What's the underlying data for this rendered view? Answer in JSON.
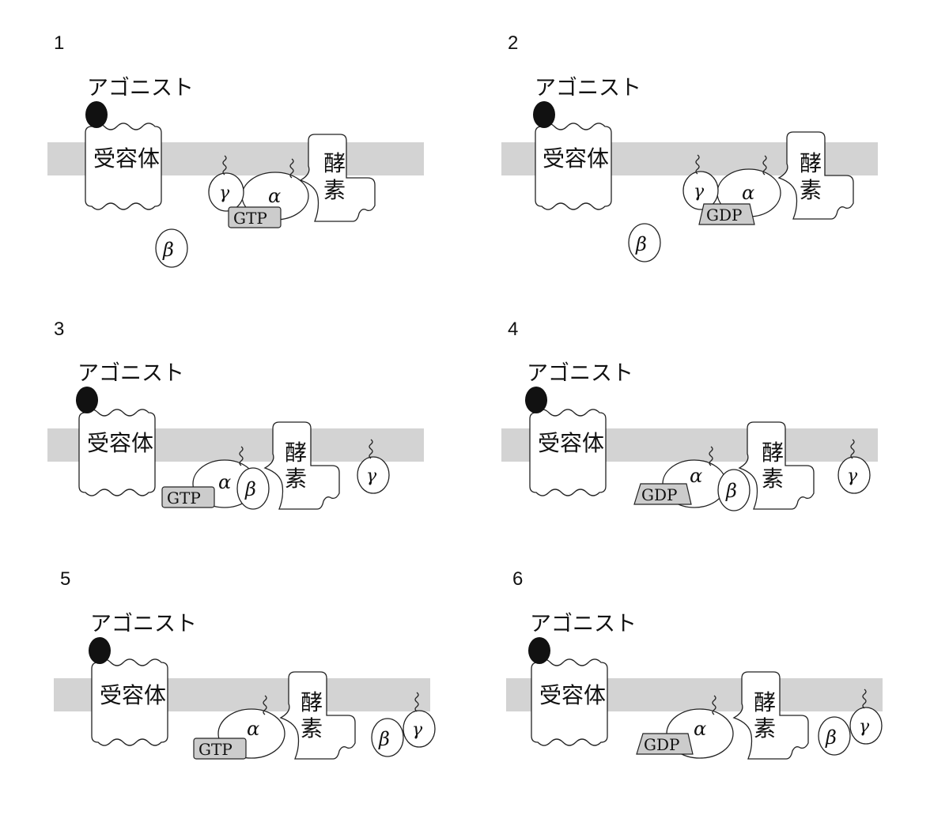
{
  "labels": {
    "agonist": "アゴニスト",
    "receptor": "受容体",
    "enzyme_line1": "酵",
    "enzyme_line2": "素",
    "alpha": "α",
    "beta": "β",
    "gamma": "γ"
  },
  "colors": {
    "membrane": "#d3d3d3",
    "nucleotide_fill": "#cccccc",
    "agonist": "#111111",
    "stroke": "#222222"
  },
  "panels": [
    {
      "number": "1",
      "nucleotide": "GTP",
      "state": "alpha-gamma-with-enzyme, beta free"
    },
    {
      "number": "2",
      "nucleotide": "GDP",
      "state": "alpha-gamma-with-enzyme, beta free"
    },
    {
      "number": "3",
      "nucleotide": "GTP",
      "state": "alpha-beta-with-enzyme, gamma free"
    },
    {
      "number": "4",
      "nucleotide": "GDP",
      "state": "alpha-beta-with-enzyme, gamma free"
    },
    {
      "number": "5",
      "nucleotide": "GTP",
      "state": "alpha-with-enzyme, beta-gamma free"
    },
    {
      "number": "6",
      "nucleotide": "GDP",
      "state": "alpha-with-enzyme, beta-gamma free"
    }
  ]
}
